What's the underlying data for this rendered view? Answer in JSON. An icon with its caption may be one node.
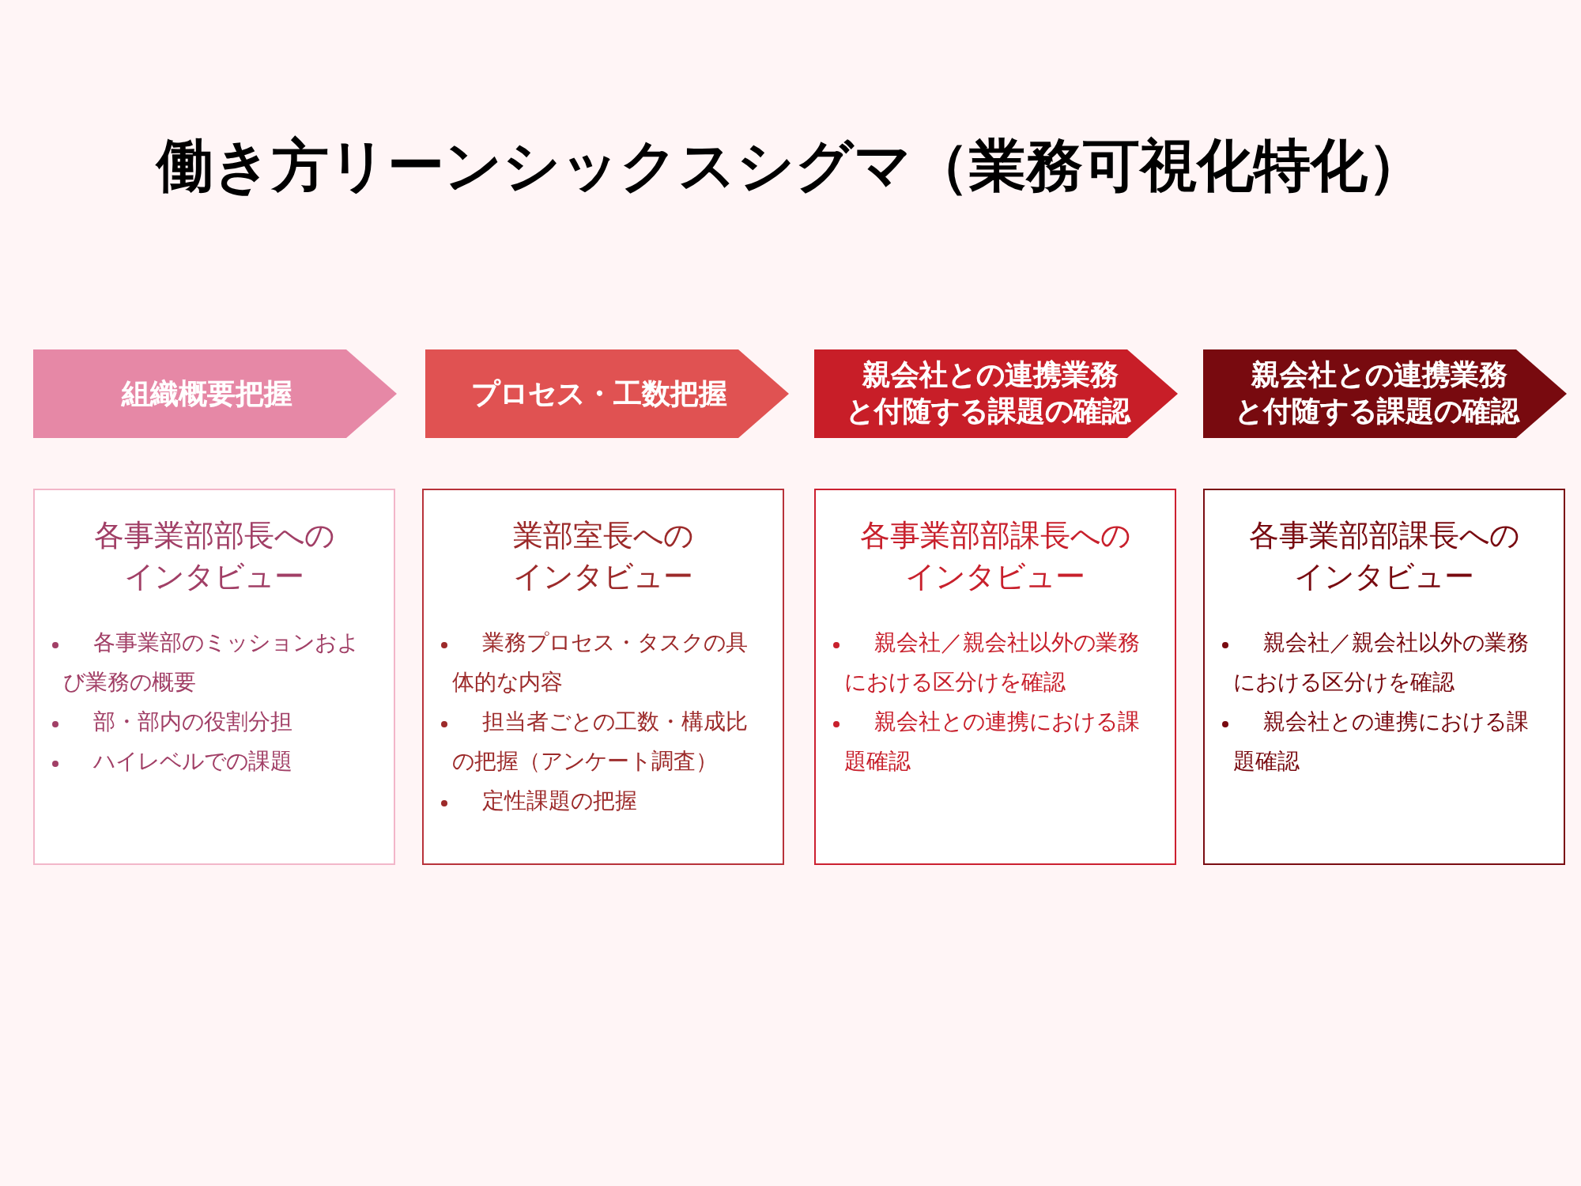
{
  "diagram": {
    "title": "働き方リーンシックスシグマ（業務可視化特化）",
    "nodes": [
      {
        "text": [
          "組織概要把握"
        ]
      },
      {
        "text": [
          "プロセス・工数把握"
        ]
      },
      {
        "text": [
          "親会社との連携業務と付随する課題の確認"
        ]
      },
      {
        "text": [
          "親会社との連携業務と付随する課題の確認"
        ]
      },
      {
        "text": [
          "各事業部部長へのインタビュー",
          "各事業部のミッションおよび業務の概要",
          "部・部内の役割分担",
          "ハイレベルでの課題"
        ]
      },
      {
        "text": [
          "業部室長へのインタビュー",
          "業務プロセス・タスクの具体的な内容",
          "担当者ごとの工数・構成比の把握（アンケート調査）",
          "定性課題の把握"
        ]
      },
      {
        "text": [
          "各事業部部課長へのインタビュー",
          "親会社／親会社以外の業務における区分けを確認",
          "親会社との連携における課題確認"
        ]
      },
      {
        "text": [
          "各事業部部課長へのインタビュー",
          "親会社／親会社以外の業務における区分けを確認",
          "親会社との連携における課題確認"
        ]
      }
    ]
  }
}
